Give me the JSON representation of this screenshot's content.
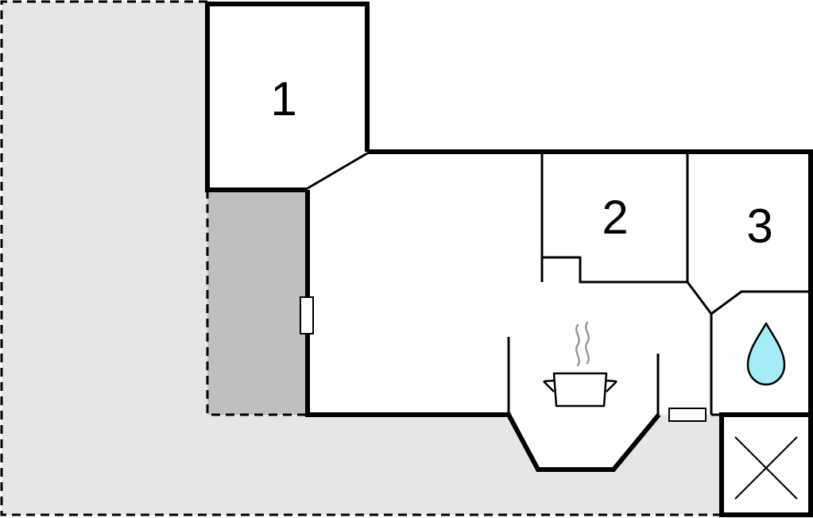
{
  "floorplan": {
    "rooms": [
      {
        "number": "1"
      },
      {
        "number": "2"
      },
      {
        "number": "3"
      }
    ],
    "icons": [
      "cooking-pot-icon",
      "water-drop-icon",
      "cross-icon"
    ],
    "colors": {
      "terrace": "#e6e6e6",
      "covered_terrace": "#bfbfbf",
      "walls": "#000000",
      "steam": "#999999",
      "water": "#a6eef7"
    }
  }
}
